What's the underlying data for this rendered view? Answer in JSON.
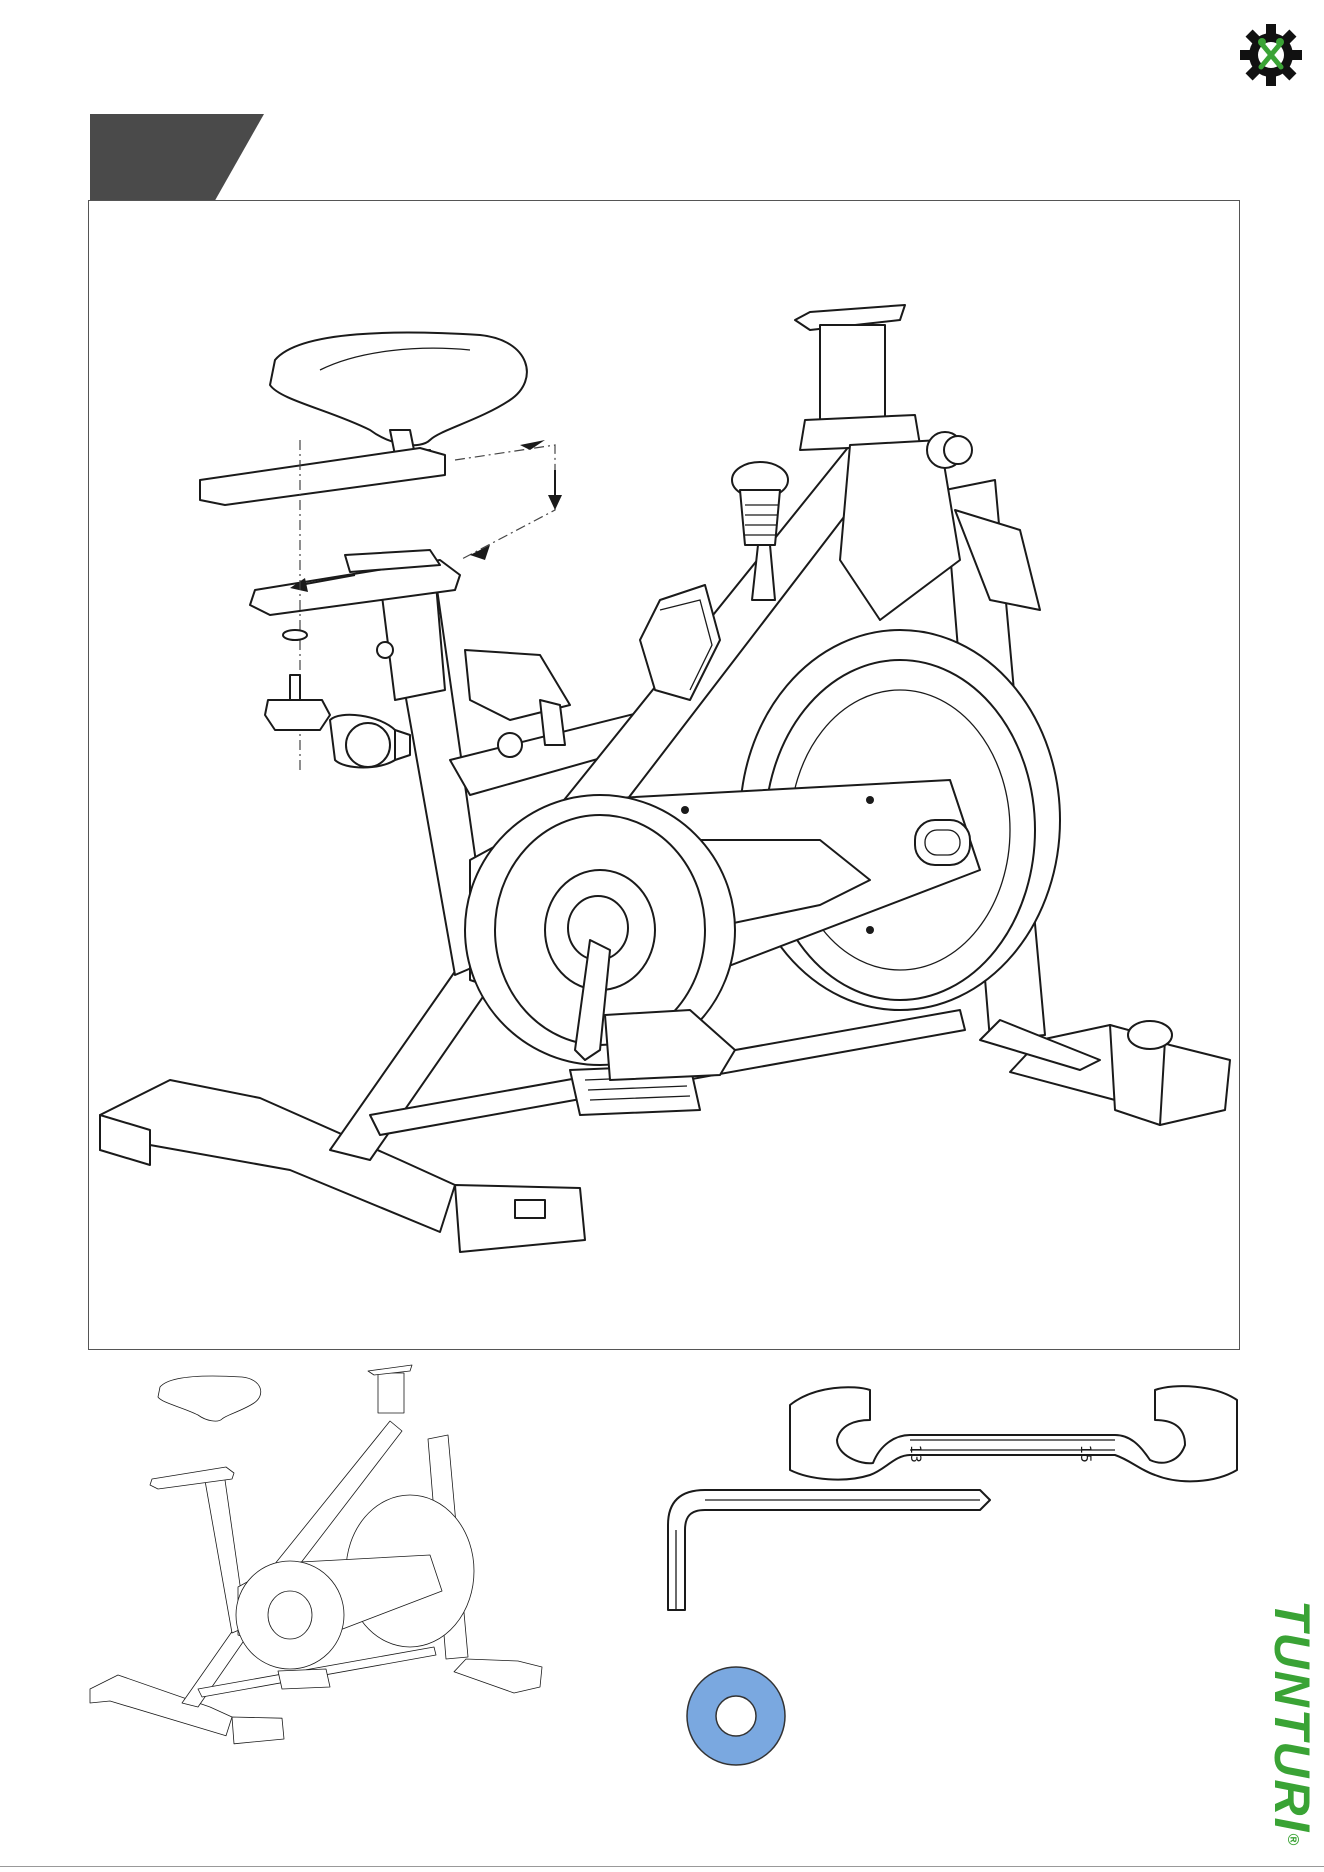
{
  "page": {
    "brand": "TUNTURI",
    "brand_mark": "®",
    "footer": "",
    "colors": {
      "brand_green": "#3aa335",
      "tab_gray": "#4a4a4a",
      "washer_blue": "#7aa8e0"
    }
  },
  "header": {
    "step_tab_label": "",
    "logo_icon": "gear-wrench-icon"
  },
  "tools": {
    "wrench_size_left": "13",
    "wrench_size_right": "15"
  }
}
